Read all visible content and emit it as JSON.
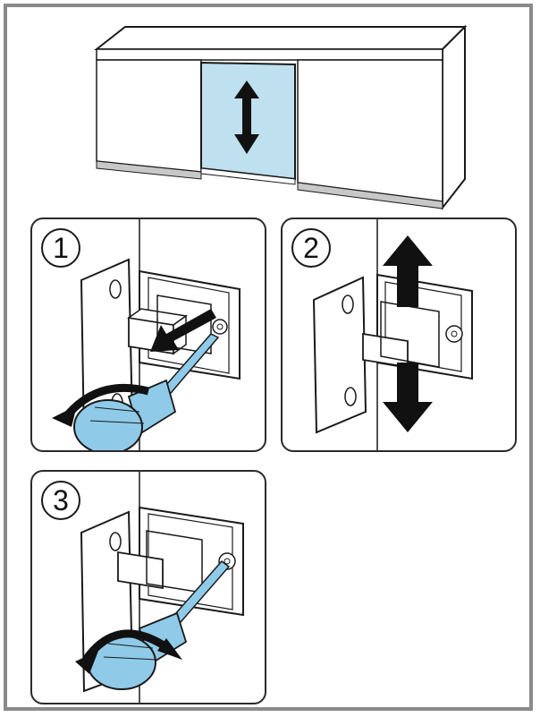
{
  "steps": [
    {
      "number": "1"
    },
    {
      "number": "2"
    },
    {
      "number": "3"
    }
  ],
  "colors": {
    "front_panel": "#bfe0ef",
    "screwdriver": "#8fcbe8",
    "outline": "#1a1a1a",
    "plinth": "#c8c8c8",
    "frame": "#8a8a8a"
  },
  "icons": [
    "up-down-arrow-icon",
    "push-arrow-icon",
    "rotate-arrow-icon",
    "screwdriver-icon",
    "hinge-icon"
  ]
}
